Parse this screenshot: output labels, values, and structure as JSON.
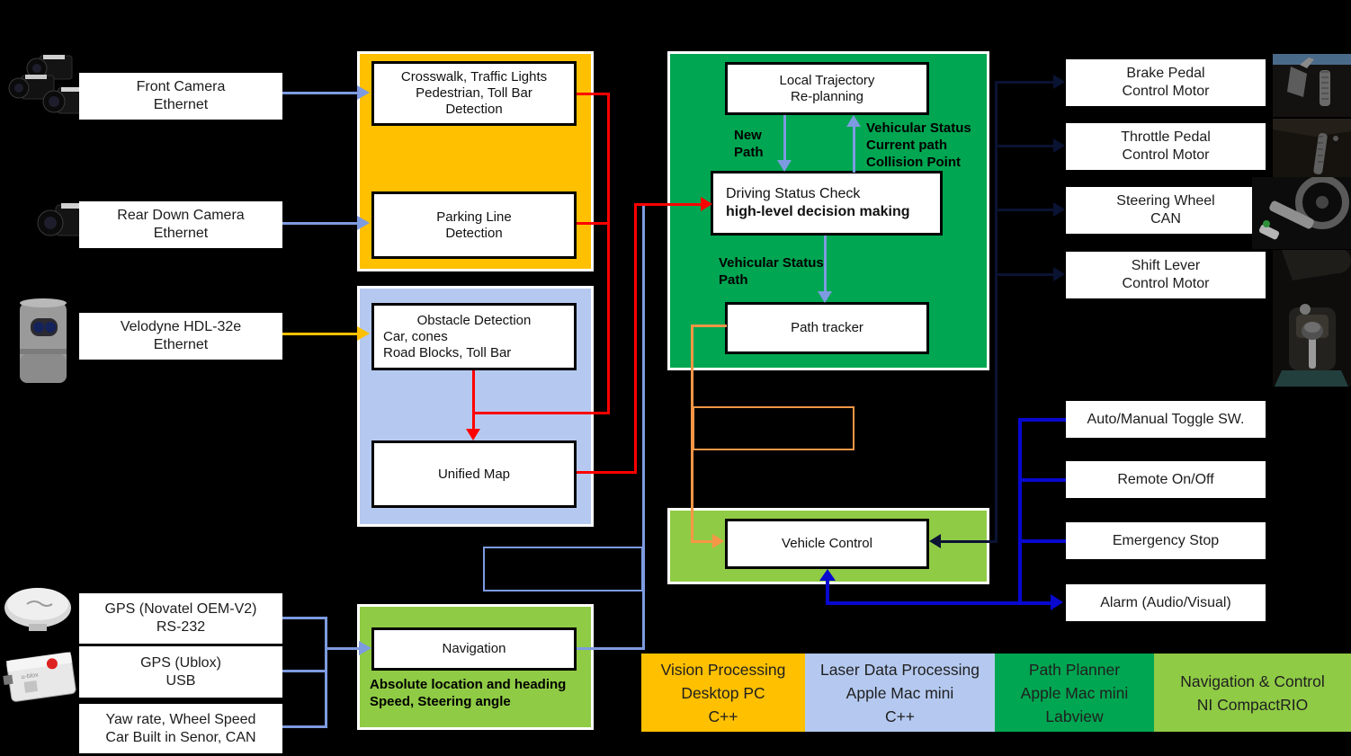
{
  "colors": {
    "background": "#000000",
    "vision_orange": "#FFC000",
    "laser_blue": "#B5C9F0",
    "planner_green": "#00A651",
    "control_green": "#8FCB45",
    "red_line": "#FF0000",
    "cornflower_line": "#7D9BE0",
    "yellow_line": "#FFC000",
    "orange_line": "#F79646",
    "navy_line": "#0B1333",
    "blue_line": "#0808D0"
  },
  "sensors": {
    "front_camera": {
      "l1": "Front Camera",
      "l2": "Ethernet"
    },
    "rear_camera": {
      "l1": "Rear Down Camera",
      "l2": "Ethernet"
    },
    "velodyne": {
      "l1": "Velodyne HDL-32e",
      "l2": "Ethernet"
    },
    "gps_novatel": {
      "l1": "GPS (Novatel OEM-V2)",
      "l2": "RS-232"
    },
    "gps_ublox": {
      "l1": "GPS (Ublox)",
      "l2": "USB"
    },
    "yaw_rate": {
      "l1": "Yaw rate, Wheel Speed",
      "l2": "Car Built in Senor, CAN"
    }
  },
  "vision_block": {
    "crosswalk": {
      "l1": "Crosswalk, Traffic Lights",
      "l2": "Pedestrian, Toll Bar",
      "l3": "Detection"
    },
    "parking": {
      "l1": "Parking Line",
      "l2": "Detection"
    }
  },
  "laser_block": {
    "obstacle": {
      "l1": "Obstacle Detection",
      "l2": "Car, cones",
      "l3": "Road Blocks, Toll Bar"
    },
    "unified_map": {
      "l1": "Unified Map"
    }
  },
  "navigation_block": {
    "navigation": {
      "l1": "Navigation"
    },
    "caption": {
      "l1": "Absolute location and heading",
      "l2": "Speed, Steering angle"
    }
  },
  "planner_block": {
    "local_trajectory": {
      "l1": "Local Trajectory",
      "l2": "Re-planning"
    },
    "driving_status": {
      "l1": "Driving Status Check",
      "l2": "high-level decision making"
    },
    "path_tracker": {
      "l1": "Path tracker"
    },
    "new_path_label": {
      "l1": "New",
      "l2": "Path"
    },
    "status_up_label": {
      "l1": "Vehicular Status",
      "l2": "Current path",
      "l3": "Collision Point"
    },
    "status_down_label": {
      "l1": "Vehicular Status",
      "l2": "Path"
    }
  },
  "control_block": {
    "vehicle_control": {
      "l1": "Vehicle Control"
    }
  },
  "actuators": {
    "brake": {
      "l1": "Brake Pedal",
      "l2": "Control Motor"
    },
    "throttle": {
      "l1": "Throttle Pedal",
      "l2": "Control Motor"
    },
    "steering": {
      "l1": "Steering Wheel",
      "l2": "CAN"
    },
    "shift": {
      "l1": "Shift Lever",
      "l2": "Control Motor"
    }
  },
  "switches": {
    "auto_manual": {
      "l1": "Auto/Manual Toggle SW."
    },
    "remote": {
      "l1": "Remote On/Off"
    },
    "emergency": {
      "l1": "Emergency Stop"
    },
    "alarm": {
      "l1": "Alarm (Audio/Visual)"
    }
  },
  "legend": [
    {
      "l1": "Vision Processing",
      "l2": "Desktop PC",
      "l3": "C++"
    },
    {
      "l1": "Laser Data Processing",
      "l2": "Apple Mac mini",
      "l3": "C++"
    },
    {
      "l1": "Path Planner",
      "l2": "Apple Mac mini",
      "l3": "Labview"
    },
    {
      "l1": "Navigation & Control",
      "l2": "NI CompactRIO"
    }
  ]
}
